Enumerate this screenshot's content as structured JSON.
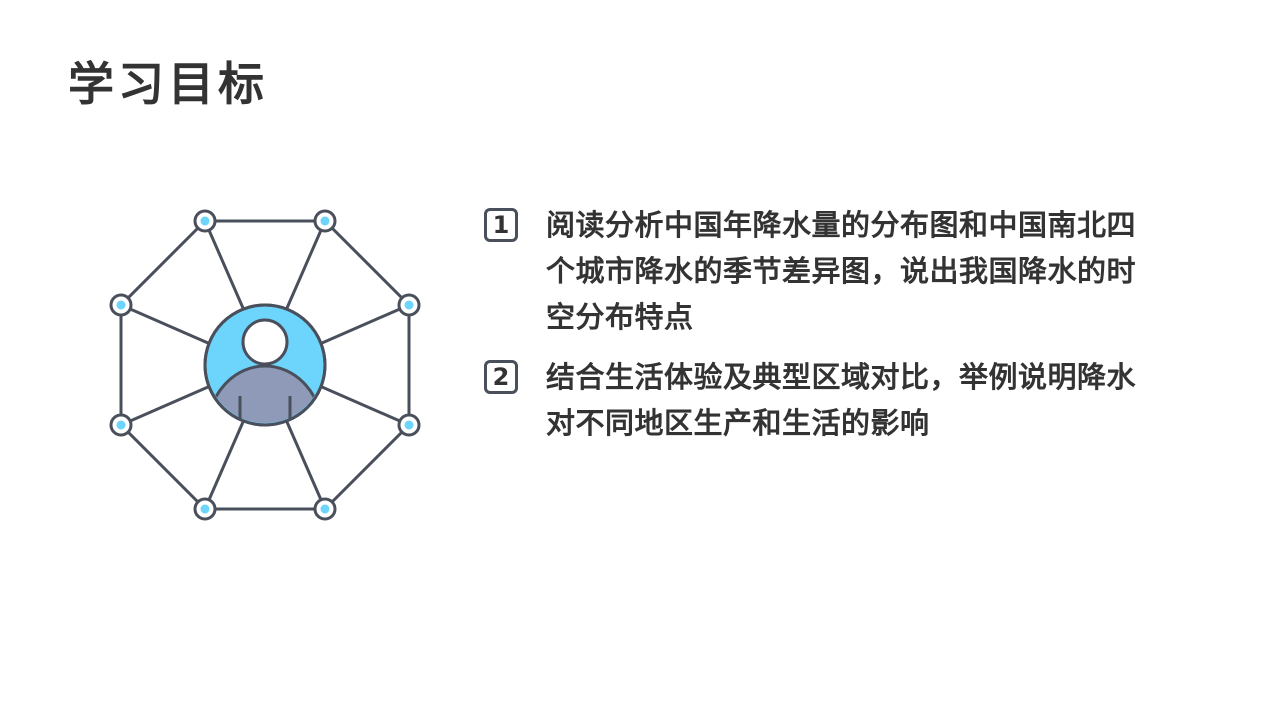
{
  "slide": {
    "title": "学习目标"
  },
  "objectives": [
    {
      "number": "1",
      "text": "阅读分析中国年降水量的分布图和中国南北四个城市降水的季节差异图，说出我国降水的时空分布特点"
    },
    {
      "number": "2",
      "text": "结合生活体验及典型区域对比，举例说明降水对不同地区生产和生活的影响"
    }
  ],
  "illustration": {
    "icon": "user-network-icon",
    "colors": {
      "line": "#4a4f5c",
      "head_fill": "#6dd4fb",
      "body_fill": "#8e9ab8",
      "node_dot": "#6dd4fb",
      "node_fill": "#ffffff"
    }
  }
}
